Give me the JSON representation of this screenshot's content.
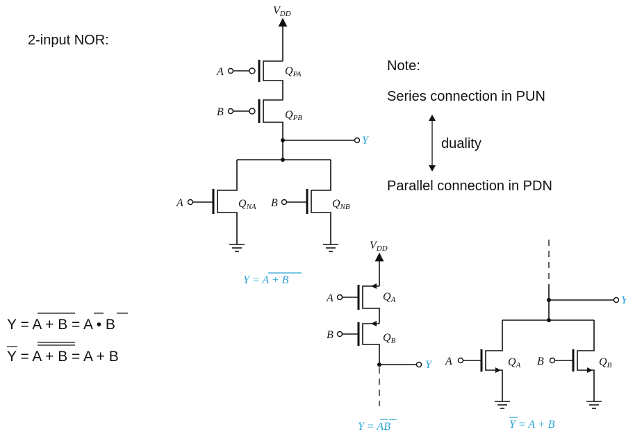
{
  "slide": {
    "heading": "2-input NOR:",
    "note": {
      "title": "Note:",
      "line1": "Series connection in PUN",
      "duality": "duality",
      "line2": "Parallel connection in PDN"
    },
    "equations": {
      "eq1": {
        "lhs": "Y",
        "rhs1": "A + B",
        "rhs2a": "A",
        "op": "•",
        "rhs2b": "B"
      },
      "eq2": {
        "lhs": "Y",
        "rhs1": "A + B",
        "rhs2": "A + B"
      }
    }
  },
  "circuit_nor": {
    "supply": "V",
    "supply_sub": "DD",
    "input_a": "A",
    "input_b": "B",
    "output": "Y",
    "q_pa": "Q",
    "q_pa_sub": "PA",
    "q_pb": "Q",
    "q_pb_sub": "PB",
    "q_na": "Q",
    "q_na_sub": "NA",
    "q_nb": "Q",
    "q_nb_sub": "NB",
    "caption_lhs": "Y",
    "caption_rhs": "A + B"
  },
  "circuit_pun": {
    "supply": "V",
    "supply_sub": "DD",
    "input_a": "A",
    "input_b": "B",
    "output": "Y",
    "q_a": "Q",
    "q_a_sub": "A",
    "q_b": "Q",
    "q_b_sub": "B",
    "caption_lhs": "Y",
    "caption_rhs_a": "A",
    "caption_rhs_b": "B"
  },
  "circuit_pdn": {
    "input_a": "A",
    "input_b": "B",
    "output": "Y",
    "q_a": "Q",
    "q_a_sub": "A",
    "q_b": "Q",
    "q_b_sub": "B",
    "caption_lhs": "Y",
    "caption_rhs": "A + B"
  }
}
